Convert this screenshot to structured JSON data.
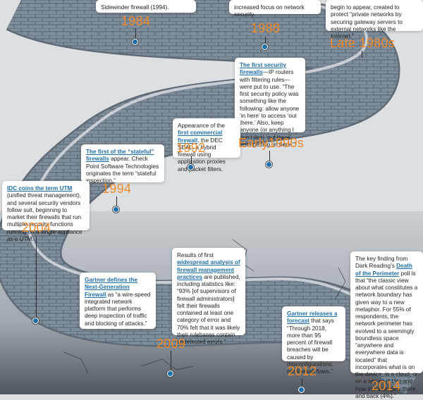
{
  "colors": {
    "accent": "#ef8a2a",
    "link": "#1f6fa8",
    "wall": "#7e8c99",
    "wall_dark": "#4d5a66",
    "ground": "#3b4147"
  },
  "milestones": [
    {
      "year": "1984",
      "text": "Sidewinder firewall (1994)."
    },
    {
      "year": "1988",
      "text": "increased focus on network security."
    },
    {
      "year": "Late 1980s",
      "text": "begin to appear, created to protect “private networks by securing gateway servers to external networks like the Internet.”"
    },
    {
      "year": "",
      "highlight": "The first security firewalls",
      "text": "—IP routers with filtering rules—were put to use. “The first security policy was something like the following: allow anyone ‘in here’ to access ‘out there.’ Also, keep anyone (or anything I don’t like) ‘out there’ from getting ‘in here.’”"
    },
    {
      "year": "Early1990s",
      "pre": "Appearance of the ",
      "highlight": "first commercial firewall",
      "text": ", the DEC SEAL, a hybrid firewall using application proxies and packet filters."
    },
    {
      "year": "1992",
      "highlight": "The first of the “stateful” firewalls",
      "text": " appear. Check Point Software Technologies originates the term “stateful inspection.”"
    },
    {
      "year": "1994",
      "highlight": "IDC coins the term UTM",
      "text": " (unified threat management), and several security vendors follow suit, beginning to market their firewalls that run multiple security functions running on a single appliance as a UTM."
    },
    {
      "year": "2004",
      "highlight": "Gartner defines the Next-Generation Firewall",
      "text": " as “a wire-speed integrated network platform that performs deep inspection of traffic and blocking of attacks.”"
    },
    {
      "year": "2009",
      "pre": "Results of first ",
      "highlight": "widespread analysis of firewall management practices",
      "text": " are published, including statistics like: “93% [of supervisors of firewall administrators] felt their firewalls contained at least one category of error and 70% felt that it was likely their rulebases contain undetected errors.”"
    },
    {
      "year": "2012",
      "highlight": "Gartner releases a forecast",
      "text": " that says “Through 2018, more than 95 percent of firewall breaches will be caused by misconfigurations, not firewall flaws.”"
    },
    {
      "year": "2014",
      "pre": "The key finding from Dark Reading’s ",
      "highlight": "Death of the Perimeter",
      "text": " poll is that “the classic view about what constitutes a network boundary has given way to a new metaphor. For 55% of respondents, the network perimeter has evolved to a seemingly boundless space “anywhere and everywhere data is located” that incorporates what is on the device, in a cloud, or on a server (51%) and how the data gets there and back (4%).”"
    }
  ]
}
